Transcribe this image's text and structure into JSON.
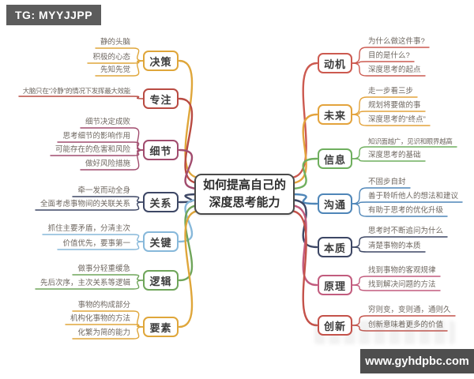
{
  "title": {
    "line1": "如何提高自己的",
    "line2": "深度思考能力"
  },
  "badges": {
    "tg": "TG: MYYJJPP",
    "site": "www.gyhdpbc.com"
  },
  "colors": {
    "gold": "#DFA63A",
    "brick_red": "#B94B42",
    "plum": "#A14C6E",
    "navy": "#3D4765",
    "light_blue": "#87B8DA",
    "green": "#6FA55A",
    "red": "#CC5A50",
    "orange": "#E3A33C",
    "leaf_green": "#6FAF5E",
    "blue": "#4F86B8",
    "pink": "#C25C7E",
    "center_border": "#4A4A4A"
  },
  "branches": [
    {
      "id": "juece",
      "label": "决策",
      "side": "left",
      "color": "#DFA63A",
      "items": [
        "静的头脑",
        "积极的心态",
        "先知先觉"
      ]
    },
    {
      "id": "zhuanzhu",
      "label": "专注",
      "side": "left",
      "color": "#B94B42",
      "items": [
        "大脑只在“冷静”的情况下发挥最大效能"
      ]
    },
    {
      "id": "xijie",
      "label": "细节",
      "side": "left",
      "color": "#A14C6E",
      "items": [
        "细节决定成败",
        "思考细节的影响作用",
        "可能存在的危害和风险",
        "做好风险措施"
      ]
    },
    {
      "id": "guanxi",
      "label": "关系",
      "side": "left",
      "color": "#3D4765",
      "items": [
        "牵一发而动全身",
        "全面考虑事物间的关联关系"
      ]
    },
    {
      "id": "guanjian",
      "label": "关键",
      "side": "left",
      "color": "#87B8DA",
      "items": [
        "抓住主要矛盾，分清主次",
        "价值优先，要事第一"
      ]
    },
    {
      "id": "luoji",
      "label": "逻辑",
      "side": "left",
      "color": "#6FA55A",
      "items": [
        "做事分轻重缓急",
        "先后次序，主次关系等逻辑"
      ]
    },
    {
      "id": "yaosu",
      "label": "要素",
      "side": "left",
      "color": "#DFA63A",
      "items": [
        "事物的构成部分",
        "机构化事物的方法",
        "化繁为简的能力"
      ]
    },
    {
      "id": "dongji",
      "label": "动机",
      "side": "right",
      "color": "#CC5A50",
      "items": [
        "为什么做这件事?",
        "目的是什么?",
        "深度思考的起点"
      ]
    },
    {
      "id": "weilai",
      "label": "未来",
      "side": "right",
      "color": "#E3A33C",
      "items": [
        "走一步看三步",
        "规划将要做的事",
        "深度思考的“终点”"
      ]
    },
    {
      "id": "xinxi",
      "label": "信息",
      "side": "right",
      "color": "#6FAF5E",
      "items": [
        "知识面越广，见识和眼界越高",
        "深度思考的基础"
      ]
    },
    {
      "id": "goutong",
      "label": "沟通",
      "side": "right",
      "color": "#4F86B8",
      "items": [
        "不固步自封",
        "善于聆听他人的想法和建议",
        "有助于思考的优化升级"
      ]
    },
    {
      "id": "benzhi",
      "label": "本质",
      "side": "right",
      "color": "#3D4765",
      "items": [
        "思考时不断追问为什么",
        "清楚事物的本质"
      ]
    },
    {
      "id": "yuanli",
      "label": "原理",
      "side": "right",
      "color": "#C25C7E",
      "items": [
        "找到事物的客观规律",
        "找到解决问题的方法"
      ]
    },
    {
      "id": "chuangxin",
      "label": "创新",
      "side": "right",
      "color": "#C4524A",
      "items": [
        "穷则变，变则通，通则久",
        "创新意味着更多的价值"
      ]
    }
  ]
}
